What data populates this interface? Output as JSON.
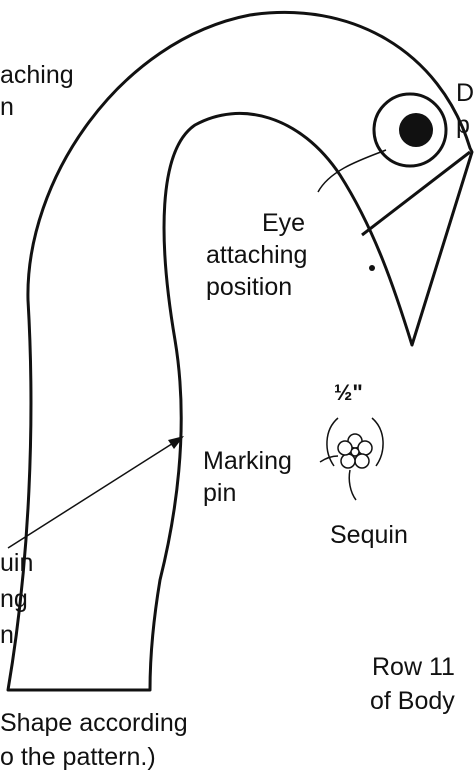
{
  "labels": {
    "attaching_top": "aching",
    "attaching_top_2": "n",
    "d_top_right": "D",
    "p_top_right": "p",
    "eye_1": "Eye",
    "eye_2": "attaching",
    "eye_3": "position",
    "size": "½\"",
    "marking_1": "Marking",
    "marking_2": "pin",
    "sequin": "Sequin",
    "left_1": "uin",
    "left_2": "ng",
    "left_3": "n",
    "row_1": "Row 11",
    "row_2": "of Body",
    "shape_1": "Shape according",
    "shape_2": "o the pattern.)"
  },
  "colors": {
    "ink": "#111111",
    "paper": "#ffffff"
  }
}
